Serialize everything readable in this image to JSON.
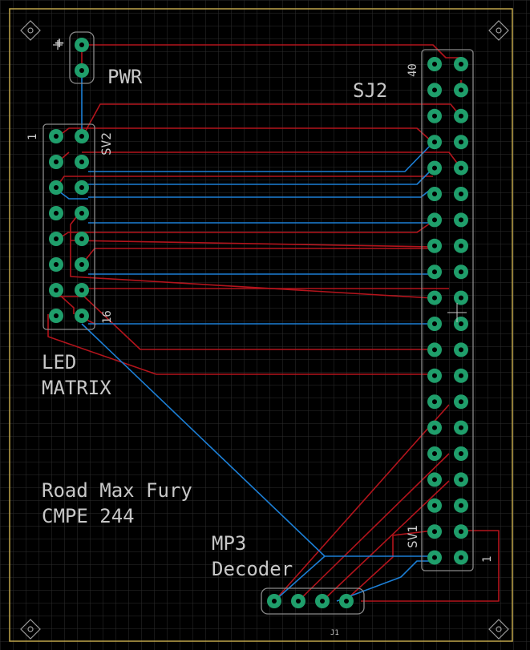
{
  "labels": {
    "pwr": "PWR",
    "plus": "+",
    "sj2": "SJ2",
    "pin40": "40",
    "sv2": "SV2",
    "pin1_left": "1",
    "pin16": "16",
    "led": "LED",
    "matrix": "MATRIX",
    "title": "Road Max Fury",
    "course": "CMPE 244",
    "mp3": "MP3",
    "decoder": "Decoder",
    "sv1": "SV1",
    "pin1_right": "1",
    "j1": "J1"
  },
  "colors": {
    "background": "#000000",
    "grid": "#2e2e2e",
    "board_outline": "#bfa64a",
    "top_trace": "#b3141c",
    "bottom_trace": "#1c7fd6",
    "pad": "#1f9e6b",
    "pad_outline": "#8a8a8a",
    "silkscreen": "#c8c8c8"
  }
}
